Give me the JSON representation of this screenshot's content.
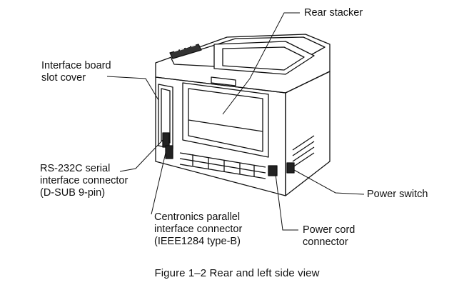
{
  "callouts": {
    "rear_stacker": "Rear stacker",
    "interface_board_slot_cover": "Interface board\nslot cover",
    "rs232c_connector": "RS-232C serial\ninterface connector\n(D-SUB 9-pin)",
    "centronics_connector": "Centronics parallel\ninterface connector\n(IEEE1284 type-B)",
    "power_switch": "Power switch",
    "power_cord_connector": "Power cord\nconnector"
  },
  "caption": "Figure 1–2   Rear and left side view"
}
